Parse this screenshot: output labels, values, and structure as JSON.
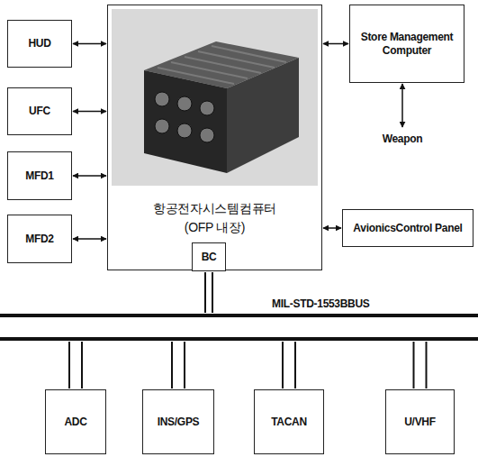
{
  "diagram": {
    "nodes": [
      {
        "text": [
          "HUD"
        ]
      },
      {
        "text": [
          "UFC"
        ]
      },
      {
        "text": [
          "MFD1"
        ]
      },
      {
        "text": [
          "MFD2"
        ]
      },
      {
        "text": [
          "항공전자시스템컴퓨터 (OFP 내장)"
        ]
      },
      {
        "text": [
          "BC"
        ],
        "in": 4
      },
      {
        "text": [
          "Store Management Computer"
        ]
      },
      {
        "text": [
          "Weapon"
        ]
      },
      {
        "text": [
          "AvionicsControl Panel"
        ]
      },
      {
        "text": [
          "MIL-STD-1553BBUS"
        ]
      },
      {
        "text": [
          "ADC"
        ]
      },
      {
        "text": [
          "INS/GPS"
        ]
      },
      {
        "text": [
          "TACAN"
        ]
      },
      {
        "text": [
          "U/VHF"
        ]
      }
    ],
    "edges": [
      {
        "from": 0,
        "to": 4,
        "arrow": "both"
      },
      {
        "from": 1,
        "to": 4,
        "arrow": "both"
      },
      {
        "from": 2,
        "to": 4,
        "arrow": "both"
      },
      {
        "from": 3,
        "to": 4,
        "arrow": "both"
      },
      {
        "from": 4,
        "to": 6,
        "arrow": "both"
      },
      {
        "from": 6,
        "to": 7,
        "arrow": "both"
      },
      {
        "from": 4,
        "to": 8,
        "arrow": "both"
      },
      {
        "from": 5,
        "to": 9,
        "arrow": "none"
      },
      {
        "from": 9,
        "to": 10,
        "arrow": "none"
      },
      {
        "from": 9,
        "to": 11,
        "arrow": "none"
      },
      {
        "from": 9,
        "to": 12,
        "arrow": "none"
      },
      {
        "from": 9,
        "to": 13,
        "arrow": "none"
      }
    ]
  }
}
